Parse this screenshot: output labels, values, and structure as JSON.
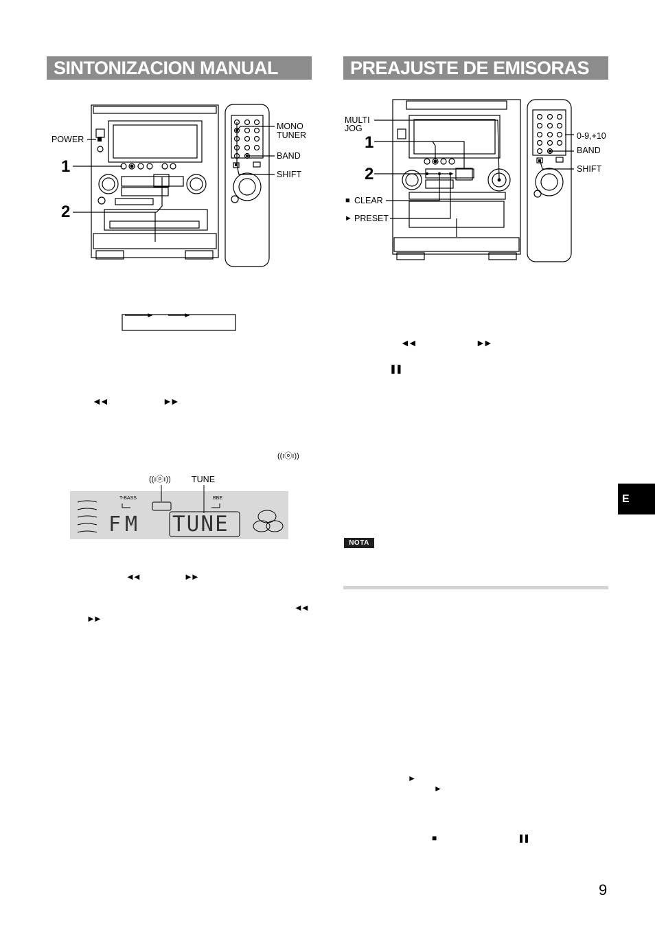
{
  "left_section": {
    "title": "SINTONIZACION MANUAL",
    "unit_labels": {
      "power": "POWER",
      "mono_tuner_1": "MONO",
      "mono_tuner_2": "TUNER",
      "band": "BAND",
      "shift": "SHIFT"
    },
    "step_numbers": {
      "one": "1",
      "two": "2"
    },
    "rewind_symbol": "◄◄",
    "forward_symbol": "►►",
    "stereo_symbol": "((ıⓞı))",
    "display": {
      "stereo_label": "((ıⓞı))",
      "tune_label": "TUNE",
      "tbass": "T-BASS",
      "bbe": "BBE",
      "band_text": "FM",
      "main_text": "TUNE"
    }
  },
  "right_section": {
    "title": "PREAJUSTE DE EMISORAS",
    "unit_labels": {
      "multi_jog_1": "MULTI",
      "multi_jog_2": "JOG",
      "clear": "CLEAR",
      "preset": "PRESET",
      "numbers": "0-9,+10",
      "band": "BAND",
      "shift": "SHIFT"
    },
    "step_numbers": {
      "one": "1",
      "two": "2"
    },
    "rewind_symbol": "◄◄",
    "forward_symbol": "►►",
    "pause_symbol": "❚❚",
    "play_symbol": "►",
    "stop_symbol": "■",
    "note_badge": "NOTA"
  },
  "side_tab": "E",
  "page_number": "9"
}
